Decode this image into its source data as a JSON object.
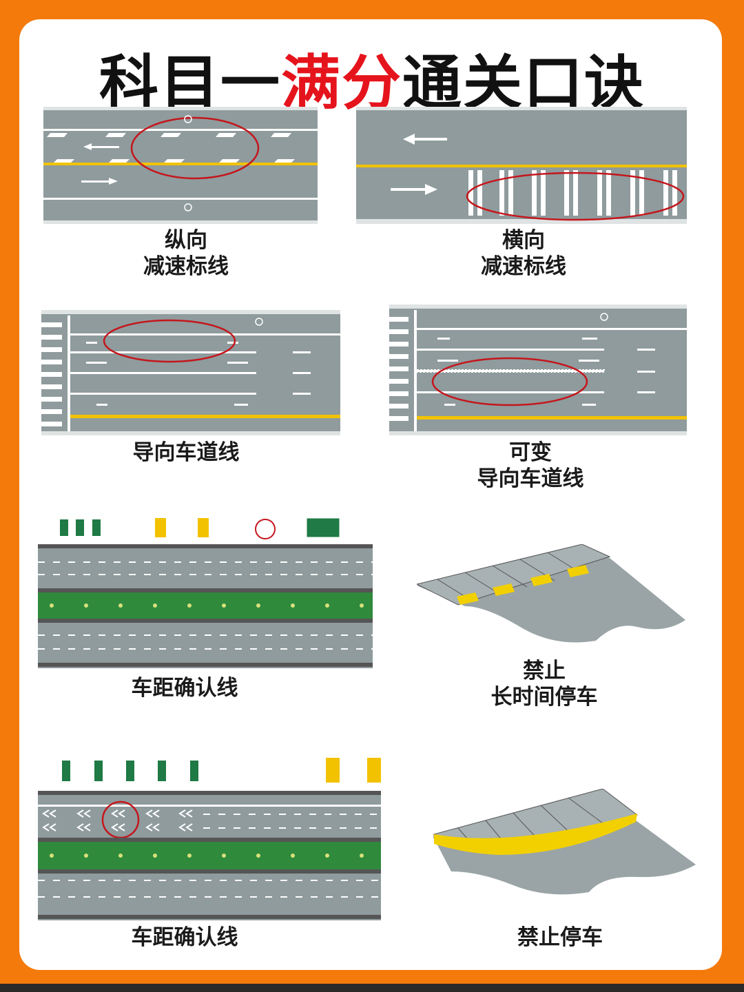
{
  "title": {
    "part1": "科目一",
    "highlight": "满分",
    "part2": "通关口诀"
  },
  "panels": [
    {
      "caption_line1": "纵向",
      "caption_line2": "减速标线"
    },
    {
      "caption_line1": "横向",
      "caption_line2": "减速标线"
    },
    {
      "caption_line1": "导向车道线",
      "caption_line2": ""
    },
    {
      "caption_line1": "可变",
      "caption_line2": "导向车道线"
    },
    {
      "caption_line1": "车距确认线",
      "caption_line2": ""
    },
    {
      "caption_line1": "禁止",
      "caption_line2": "长时间停车"
    },
    {
      "caption_line1": "车距确认线",
      "caption_line2": ""
    },
    {
      "caption_line1": "禁止停车",
      "caption_line2": ""
    }
  ],
  "colors": {
    "background": "#f47a0c",
    "highlight": "#e5141c",
    "road": "#8f9b9d",
    "center_line": "#f2c200",
    "circle": "#c4161c",
    "median": "#2f8a3c"
  }
}
